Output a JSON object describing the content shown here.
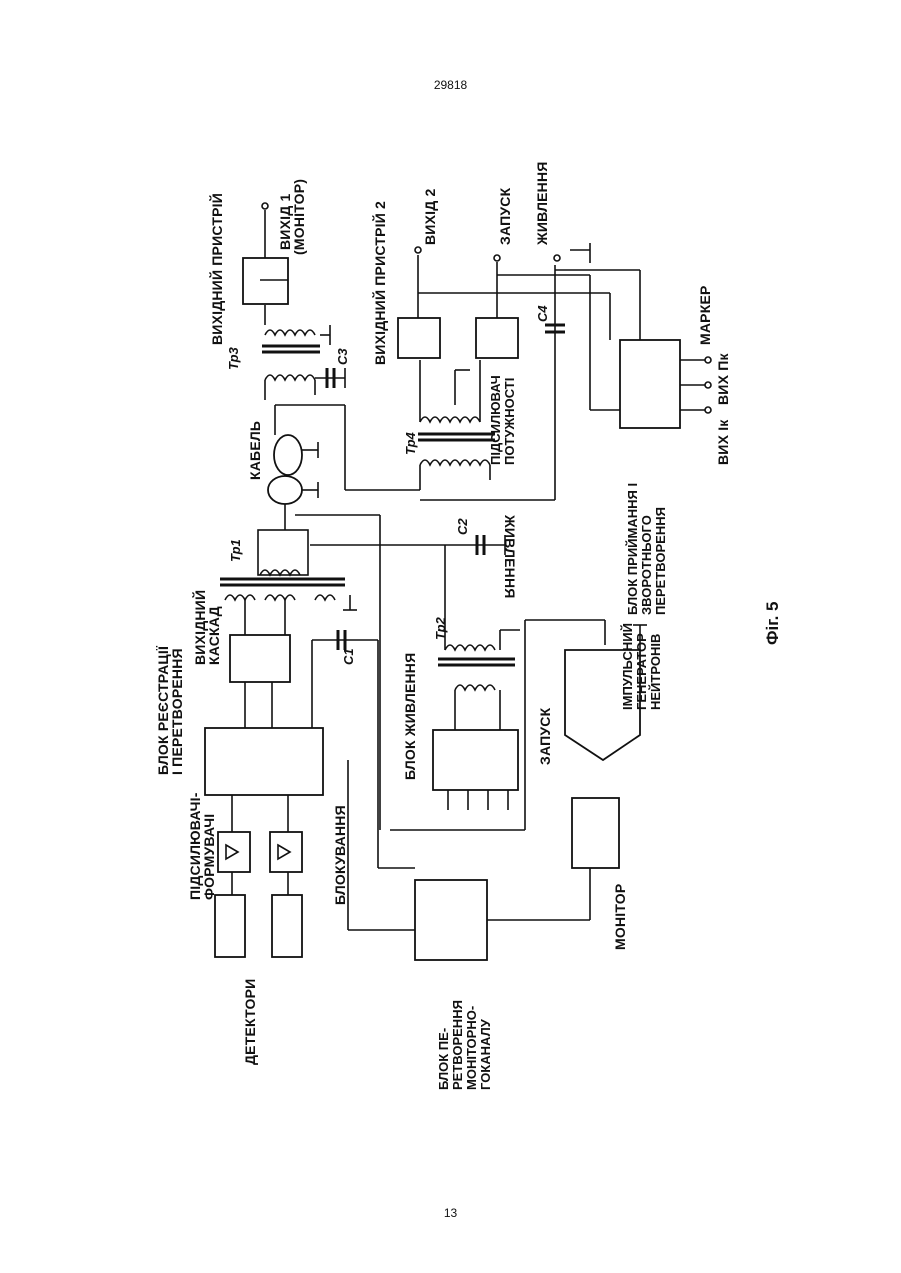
{
  "page": {
    "top_number": "29818",
    "bottom_number": "13"
  },
  "figure": {
    "caption": "Фіг. 5",
    "labels": {
      "detectors": "ДЕТЕКТОРИ",
      "amp_shapers_1": "ПІДСИЛЮВАЧІ-",
      "amp_shapers_2": "ФОРМУВАЧІ",
      "reg_block_1": "БЛОК РЕЄСТРАЦІЇ",
      "reg_block_2": "І ПЕРЕТВОРЕННЯ",
      "out_stage_1": "ВИХІДНИЙ",
      "out_stage_2": "КАСКАД",
      "blocking": "БЛОКУВАННЯ",
      "mono_block_1": "БЛОК ПЕ-",
      "mono_block_2": "РЕТВОРЕННЯ",
      "mono_block_3": "МОНІТОРНО-",
      "mono_block_4": "ГОКАНАЛУ",
      "power_block": "БЛОК ЖИВЛЕННЯ",
      "launch_left": "ЗАПУСК",
      "power_mirrored": "ЖИВЛЕННЯ",
      "pulse_gen_1": "ІМПУЛЬСНИЙ",
      "pulse_gen_2": "ГЕНЕРАТОР",
      "pulse_gen_3": "НЕЙТРОНІВ",
      "monitor": "МОНІТОР",
      "cable": "КАБЕЛЬ",
      "output_device": "ВИХІДНИЙ ПРИСТРІЙ",
      "output_1_a": "ВИХІД 1",
      "output_1_b": "(МОНІТОР)",
      "output_device_2": "ВИХІДНИЙ ПРИСТРІЙ 2",
      "output_2": "ВИХІД 2",
      "launch_right": "ЗАПУСК",
      "power_right": "ЖИВЛЕННЯ",
      "power_amp_1": "ПІДСИЛЮВАЧ",
      "power_amp_2": "ПОТУЖНОСТІ",
      "rx_block_1": "БЛОК ПРИЙМАННЯ І",
      "rx_block_2": "ЗВОРОТНЬОГО",
      "rx_block_3": "ПЕРЕТВОРЕННЯ",
      "marker": "МАРКЕР",
      "out_ik": "ВИХ Ік",
      "out_pk": "ВИХ  Пк",
      "tr1": "Тр1",
      "tr2": "Тр2",
      "tr3": "Тр3",
      "tr4": "Тр4",
      "c1": "C1",
      "c2": "C2",
      "c3": "C3",
      "c4": "C4"
    }
  }
}
